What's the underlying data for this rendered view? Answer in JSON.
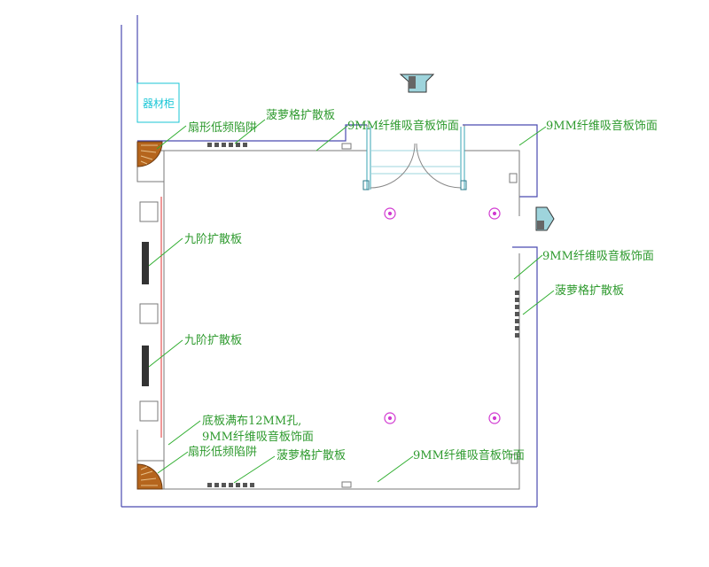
{
  "colors": {
    "wall": "#4b4bb0",
    "inner": "#7a7a7a",
    "label": "#2e9a2e",
    "leader": "#2fae2f",
    "cabinet": "#18c6d6",
    "light": "#d13ad1",
    "bass_trap": "#b5651d",
    "door": "#3aa6b6",
    "panel_red": "#e03030"
  },
  "labels": {
    "cabinet": "器材柜",
    "bass_trap_top": "扇形低频陷阱",
    "diffuser_top": "菠萝格扩散板",
    "absorber_top_mid": "9MM纤维吸音板饰面",
    "absorber_top_right": "9MM纤维吸音板饰面",
    "absorber_right": "9MM纤维吸音板饰面",
    "diffuser_right": "菠萝格扩散板",
    "ninestep_1": "九阶扩散板",
    "ninestep_2": "九阶扩散板",
    "floor_line1": "底板满布12MM孔,",
    "floor_line2": "9MM纤维吸音板饰面",
    "bass_trap_bottom": "扇形低频陷阱",
    "diffuser_bottom": "菠萝格扩散板",
    "absorber_bottom": "9MM纤维吸音板饰面"
  },
  "icons": {
    "entry_arrow": "arrow-down-icon",
    "exit_arrow": "arrow-right-icon",
    "ceiling_light": "ceiling-light-icon"
  }
}
